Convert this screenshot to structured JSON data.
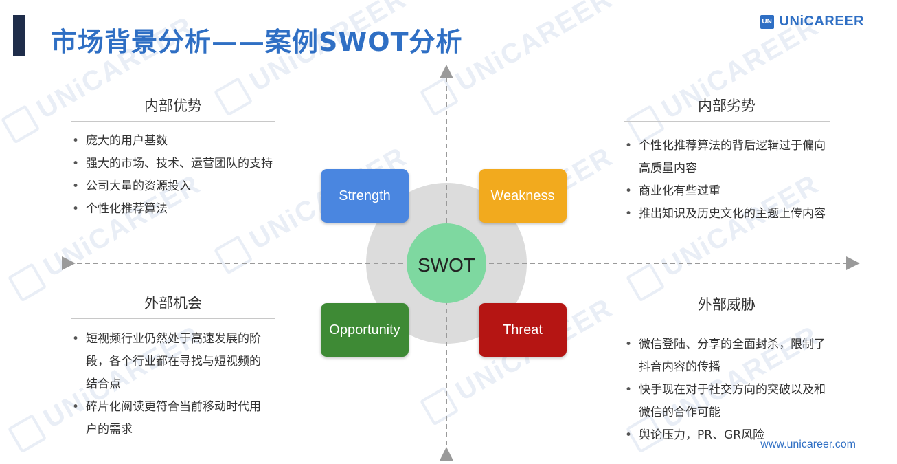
{
  "title": "市场背景分析——案例SWOT分析",
  "logo": {
    "mark": "UN",
    "text": "UNiCAREER"
  },
  "watermark": "UNiCAREER",
  "center_label": "SWOT",
  "quadrants": {
    "strength": {
      "label": "Strength",
      "color": "#4a86e0"
    },
    "weakness": {
      "label": "Weakness",
      "color": "#f2aa1e"
    },
    "opportunity": {
      "label": "Opportunity",
      "color": "#3e8a35"
    },
    "threat": {
      "label": "Threat",
      "color": "#b51513"
    }
  },
  "sections": {
    "strengths": {
      "heading": "内部优势",
      "items": [
        "庞大的用户基数",
        "强大的市场、技术、运营团队的支持",
        "公司大量的资源投入",
        "个性化推荐算法"
      ]
    },
    "weaknesses": {
      "heading": "内部劣势",
      "items": [
        "个性化推荐算法的背后逻辑过于偏向高质量内容",
        "商业化有些过重",
        "推出知识及历史文化的主题上传内容"
      ]
    },
    "opportunities": {
      "heading": "外部机会",
      "items": [
        "短视频行业仍然处于高速发展的阶段，各个行业都在寻找与短视频的结合点",
        "碎片化阅读更符合当前移动时代用户的需求"
      ]
    },
    "threats": {
      "heading": "外部威胁",
      "items": [
        "微信登陆、分享的全面封杀，限制了抖音内容的传播",
        "快手现在对于社交方向的突破以及和微信的合作可能",
        "舆论压力，PR、GR风险"
      ]
    }
  },
  "footer_url": "www.unicareer.com"
}
